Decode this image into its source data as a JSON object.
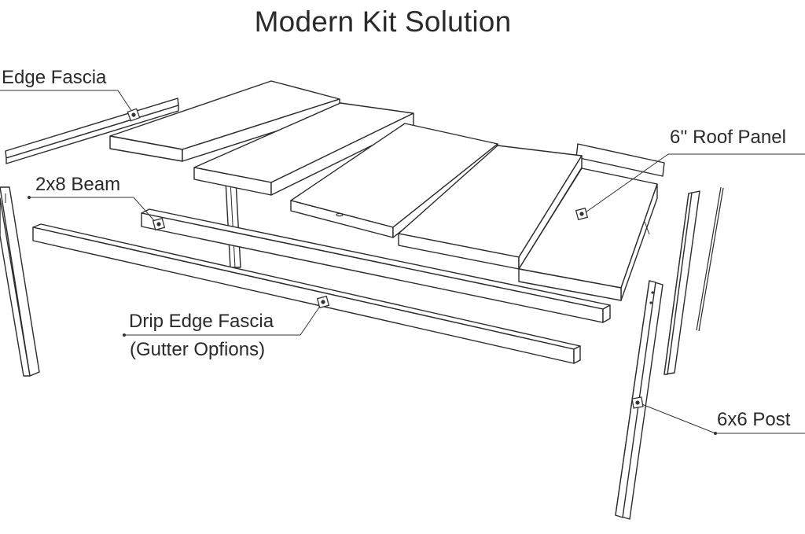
{
  "title": "Modern Kit Solution",
  "labels": {
    "edge_fascia": "Edge Fascia",
    "roof_panel": "6'' Roof Panel",
    "beam": "2x8 Beam",
    "drip_edge_fascia": "Drip Edge Fascia",
    "gutter_options": "(Gutter Opfions)",
    "post": "6x6 Post"
  },
  "colors": {
    "line": "#2b2b2b",
    "text": "#2a2a2a",
    "background": "#ffffff"
  }
}
